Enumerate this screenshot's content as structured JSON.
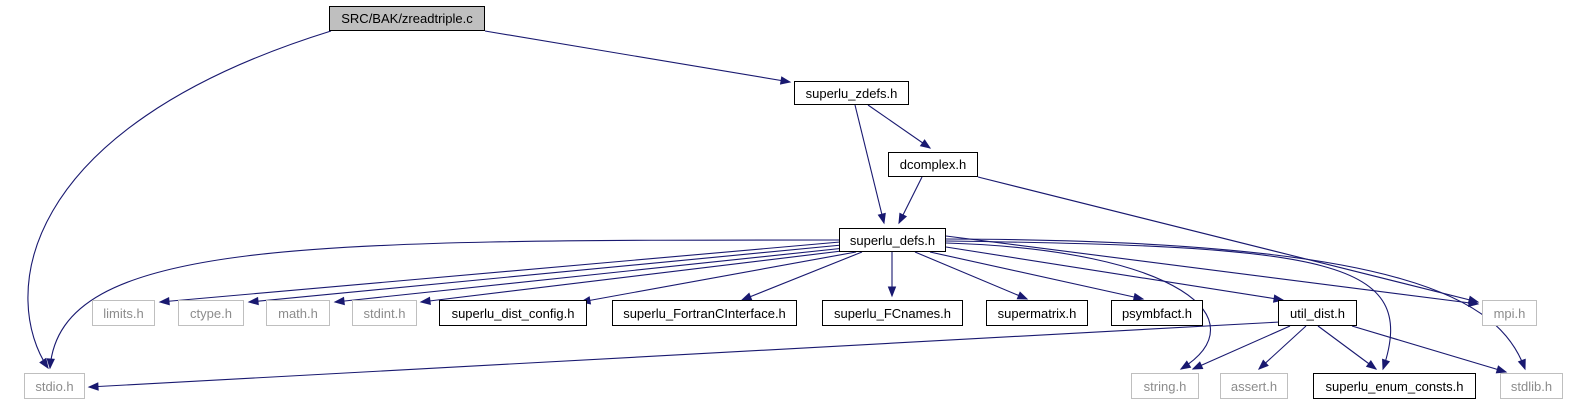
{
  "diagram": {
    "type": "include-dependency-graph",
    "nodes": {
      "root": "SRC/BAK/zreadtriple.c",
      "zdefs": "superlu_zdefs.h",
      "dcomplex": "dcomplex.h",
      "defs": "superlu_defs.h",
      "limits": "limits.h",
      "ctype": "ctype.h",
      "math": "math.h",
      "stdint": "stdint.h",
      "config": "superlu_dist_config.h",
      "fortran": "superlu_FortranCInterface.h",
      "fcnames": "superlu_FCnames.h",
      "supermatrix": "supermatrix.h",
      "psymbfact": "psymbfact.h",
      "util": "util_dist.h",
      "mpi": "mpi.h",
      "stdio": "stdio.h",
      "string": "string.h",
      "assert": "assert.h",
      "enum": "superlu_enum_consts.h",
      "stdlib": "stdlib.h"
    },
    "edges": [
      [
        "root",
        "zdefs"
      ],
      [
        "root",
        "stdio"
      ],
      [
        "zdefs",
        "dcomplex"
      ],
      [
        "zdefs",
        "defs"
      ],
      [
        "dcomplex",
        "defs"
      ],
      [
        "dcomplex",
        "mpi"
      ],
      [
        "defs",
        "stdio"
      ],
      [
        "defs",
        "limits"
      ],
      [
        "defs",
        "ctype"
      ],
      [
        "defs",
        "math"
      ],
      [
        "defs",
        "stdint"
      ],
      [
        "defs",
        "config"
      ],
      [
        "defs",
        "fortran"
      ],
      [
        "defs",
        "fcnames"
      ],
      [
        "defs",
        "supermatrix"
      ],
      [
        "defs",
        "psymbfact"
      ],
      [
        "defs",
        "util"
      ],
      [
        "defs",
        "string"
      ],
      [
        "defs",
        "enum"
      ],
      [
        "defs",
        "stdlib"
      ],
      [
        "defs",
        "mpi"
      ],
      [
        "util",
        "stdio"
      ],
      [
        "util",
        "string"
      ],
      [
        "util",
        "assert"
      ],
      [
        "util",
        "enum"
      ],
      [
        "util",
        "stdlib"
      ]
    ],
    "colors": {
      "edge": "#191970",
      "documented_border": "#000000",
      "external_border": "#bfbfbf",
      "external_text": "#8c8c8c",
      "root_fill": "#bfbfbf"
    }
  }
}
